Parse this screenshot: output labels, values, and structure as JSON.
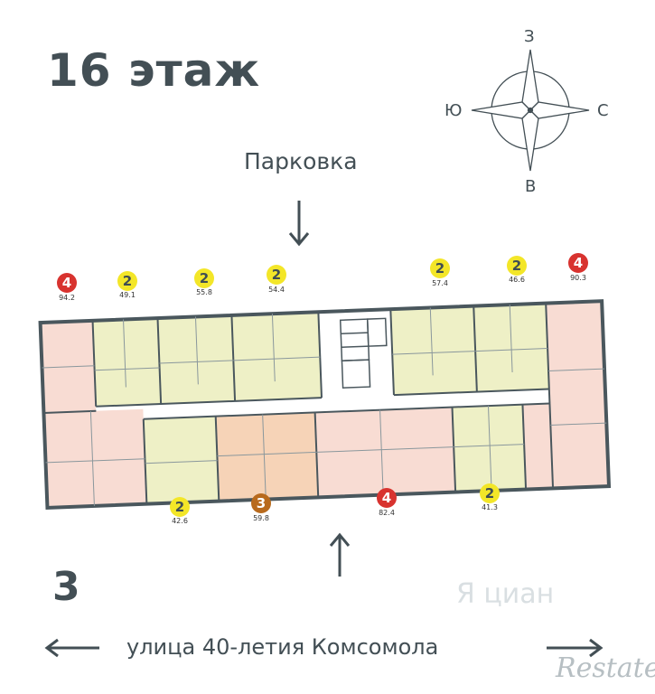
{
  "floor_title": "16 этаж",
  "parking_label": "Парковка",
  "section_number": "3",
  "street_label": "улица 40-летия Комсомола",
  "compass": {
    "north": "З",
    "south": "В",
    "west": "Ю",
    "east": "С"
  },
  "colors": {
    "room_2": "#f3e628",
    "room_3": "#b86a1d",
    "room_4": "#d8332f",
    "wall": "#4a575d",
    "fill_2": "#eef0c6",
    "fill_3": "#f6d3b7",
    "fill_4": "#f8dcd3"
  },
  "apartments_top": [
    {
      "rooms": "4",
      "area": "94.2"
    },
    {
      "rooms": "2",
      "area": "49.1"
    },
    {
      "rooms": "2",
      "area": "55.8"
    },
    {
      "rooms": "2",
      "area": "54.4"
    },
    {
      "rooms": "2",
      "area": "57.4"
    },
    {
      "rooms": "2",
      "area": "46.6"
    },
    {
      "rooms": "4",
      "area": "90.3"
    }
  ],
  "apartments_bottom": [
    {
      "rooms": "2",
      "area": "42.6"
    },
    {
      "rooms": "3",
      "area": "59.8"
    },
    {
      "rooms": "4",
      "area": "82.4"
    },
    {
      "rooms": "2",
      "area": "41.3"
    }
  ],
  "watermarks": {
    "cian": "Я циан",
    "restate": "Restate"
  }
}
